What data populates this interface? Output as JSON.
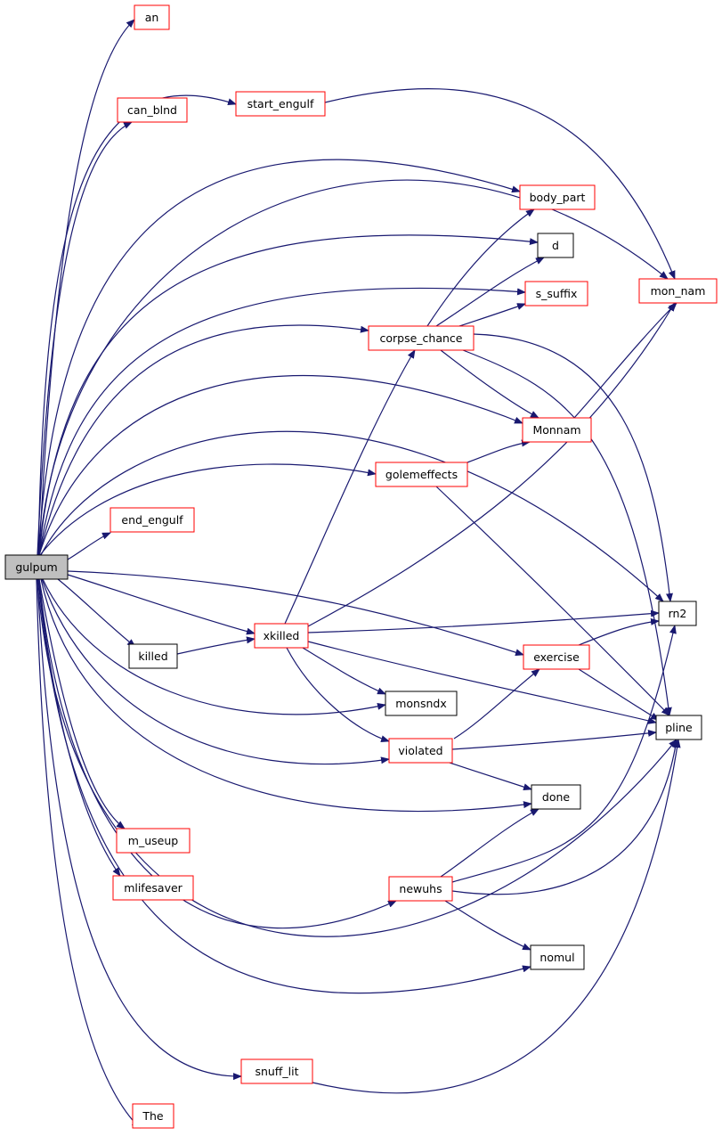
{
  "colors": {
    "edge": "#191970",
    "link_border": "#ff0000",
    "plain_border": "#000000",
    "root_fill": "#bfbfbf",
    "node_fill": "#ffffff"
  },
  "nodes": {
    "gulpum": {
      "label": "gulpum",
      "kind": "root"
    },
    "an": {
      "label": "an",
      "kind": "link"
    },
    "start_engulf": {
      "label": "start_engulf",
      "kind": "link"
    },
    "can_blnd": {
      "label": "can_blnd",
      "kind": "link"
    },
    "body_part": {
      "label": "body_part",
      "kind": "link"
    },
    "d": {
      "label": "d",
      "kind": "plain"
    },
    "s_suffix": {
      "label": "s_suffix",
      "kind": "link"
    },
    "mon_nam": {
      "label": "mon_nam",
      "kind": "link"
    },
    "corpse_chance": {
      "label": "corpse_chance",
      "kind": "link"
    },
    "Monnam": {
      "label": "Monnam",
      "kind": "link"
    },
    "golemeffects": {
      "label": "golemeffects",
      "kind": "link"
    },
    "end_engulf": {
      "label": "end_engulf",
      "kind": "link"
    },
    "rn2": {
      "label": "rn2",
      "kind": "plain"
    },
    "xkilled": {
      "label": "xkilled",
      "kind": "link"
    },
    "killed": {
      "label": "killed",
      "kind": "plain"
    },
    "exercise": {
      "label": "exercise",
      "kind": "link"
    },
    "monsndx": {
      "label": "monsndx",
      "kind": "plain"
    },
    "pline": {
      "label": "pline",
      "kind": "plain"
    },
    "violated": {
      "label": "violated",
      "kind": "link"
    },
    "done": {
      "label": "done",
      "kind": "plain"
    },
    "m_useup": {
      "label": "m_useup",
      "kind": "link"
    },
    "mlifesaver": {
      "label": "mlifesaver",
      "kind": "link"
    },
    "newuhs": {
      "label": "newuhs",
      "kind": "link"
    },
    "nomul": {
      "label": "nomul",
      "kind": "plain"
    },
    "snuff_lit": {
      "label": "snuff_lit",
      "kind": "link"
    },
    "The": {
      "label": "The",
      "kind": "link"
    }
  },
  "edges": [
    [
      "gulpum",
      "an"
    ],
    [
      "gulpum",
      "start_engulf"
    ],
    [
      "gulpum",
      "can_blnd"
    ],
    [
      "gulpum",
      "body_part"
    ],
    [
      "gulpum",
      "mon_nam"
    ],
    [
      "gulpum",
      "d"
    ],
    [
      "gulpum",
      "s_suffix"
    ],
    [
      "gulpum",
      "corpse_chance"
    ],
    [
      "gulpum",
      "Monnam"
    ],
    [
      "gulpum",
      "golemeffects"
    ],
    [
      "gulpum",
      "rn2"
    ],
    [
      "gulpum",
      "end_engulf"
    ],
    [
      "gulpum",
      "killed"
    ],
    [
      "gulpum",
      "xkilled"
    ],
    [
      "gulpum",
      "exercise"
    ],
    [
      "gulpum",
      "monsndx"
    ],
    [
      "gulpum",
      "violated"
    ],
    [
      "gulpum",
      "done"
    ],
    [
      "gulpum",
      "m_useup"
    ],
    [
      "gulpum",
      "mlifesaver"
    ],
    [
      "gulpum",
      "newuhs"
    ],
    [
      "gulpum",
      "nomul"
    ],
    [
      "gulpum",
      "pline"
    ],
    [
      "gulpum",
      "snuff_lit"
    ],
    [
      "gulpum",
      "The"
    ],
    [
      "start_engulf",
      "mon_nam"
    ],
    [
      "corpse_chance",
      "body_part"
    ],
    [
      "corpse_chance",
      "d"
    ],
    [
      "corpse_chance",
      "s_suffix"
    ],
    [
      "corpse_chance",
      "Monnam"
    ],
    [
      "corpse_chance",
      "rn2"
    ],
    [
      "corpse_chance",
      "pline"
    ],
    [
      "Monnam",
      "mon_nam"
    ],
    [
      "golemeffects",
      "Monnam"
    ],
    [
      "golemeffects",
      "pline"
    ],
    [
      "killed",
      "xkilled"
    ],
    [
      "xkilled",
      "corpse_chance"
    ],
    [
      "xkilled",
      "mon_nam"
    ],
    [
      "xkilled",
      "rn2"
    ],
    [
      "xkilled",
      "monsndx"
    ],
    [
      "xkilled",
      "violated"
    ],
    [
      "xkilled",
      "pline"
    ],
    [
      "exercise",
      "rn2"
    ],
    [
      "exercise",
      "pline"
    ],
    [
      "violated",
      "exercise"
    ],
    [
      "violated",
      "pline"
    ],
    [
      "violated",
      "done"
    ],
    [
      "newuhs",
      "done"
    ],
    [
      "newuhs",
      "rn2"
    ],
    [
      "newuhs",
      "pline"
    ],
    [
      "newuhs",
      "nomul"
    ],
    [
      "snuff_lit",
      "pline"
    ]
  ]
}
